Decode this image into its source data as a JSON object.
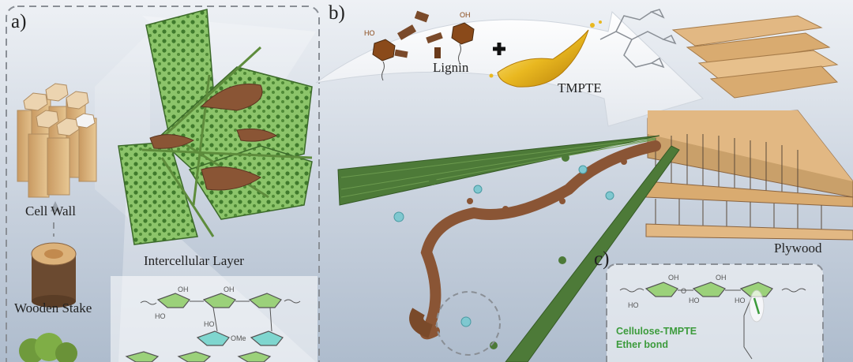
{
  "panel_a": {
    "letter": "a)",
    "cell_wall_label": "Cell Wall",
    "wooden_stake_label": "Wooden Stake",
    "intercellular_layer_label": "Intercellular Layer"
  },
  "panel_b": {
    "letter": "b)",
    "lignin_label": "Lignin",
    "tmpte_label": "TMPTE",
    "plywood_label": "Plywood",
    "plus_sign": "+"
  },
  "panel_c": {
    "letter": "c)",
    "bond_label_line1": "Cellulose-TMPTE",
    "bond_label_line2": "Ether bond"
  },
  "chem_text": {
    "ho": "HO",
    "oh": "OH",
    "o": "O",
    "ome": "OMe"
  },
  "colors": {
    "green_fiber": "#4d7a38",
    "porous_green": "#8cc46a",
    "lignin_brown": "#8a5535",
    "wood": "#d9b07a",
    "bond_green": "#3c9b3c",
    "dashed_border": "#8a8f96"
  }
}
